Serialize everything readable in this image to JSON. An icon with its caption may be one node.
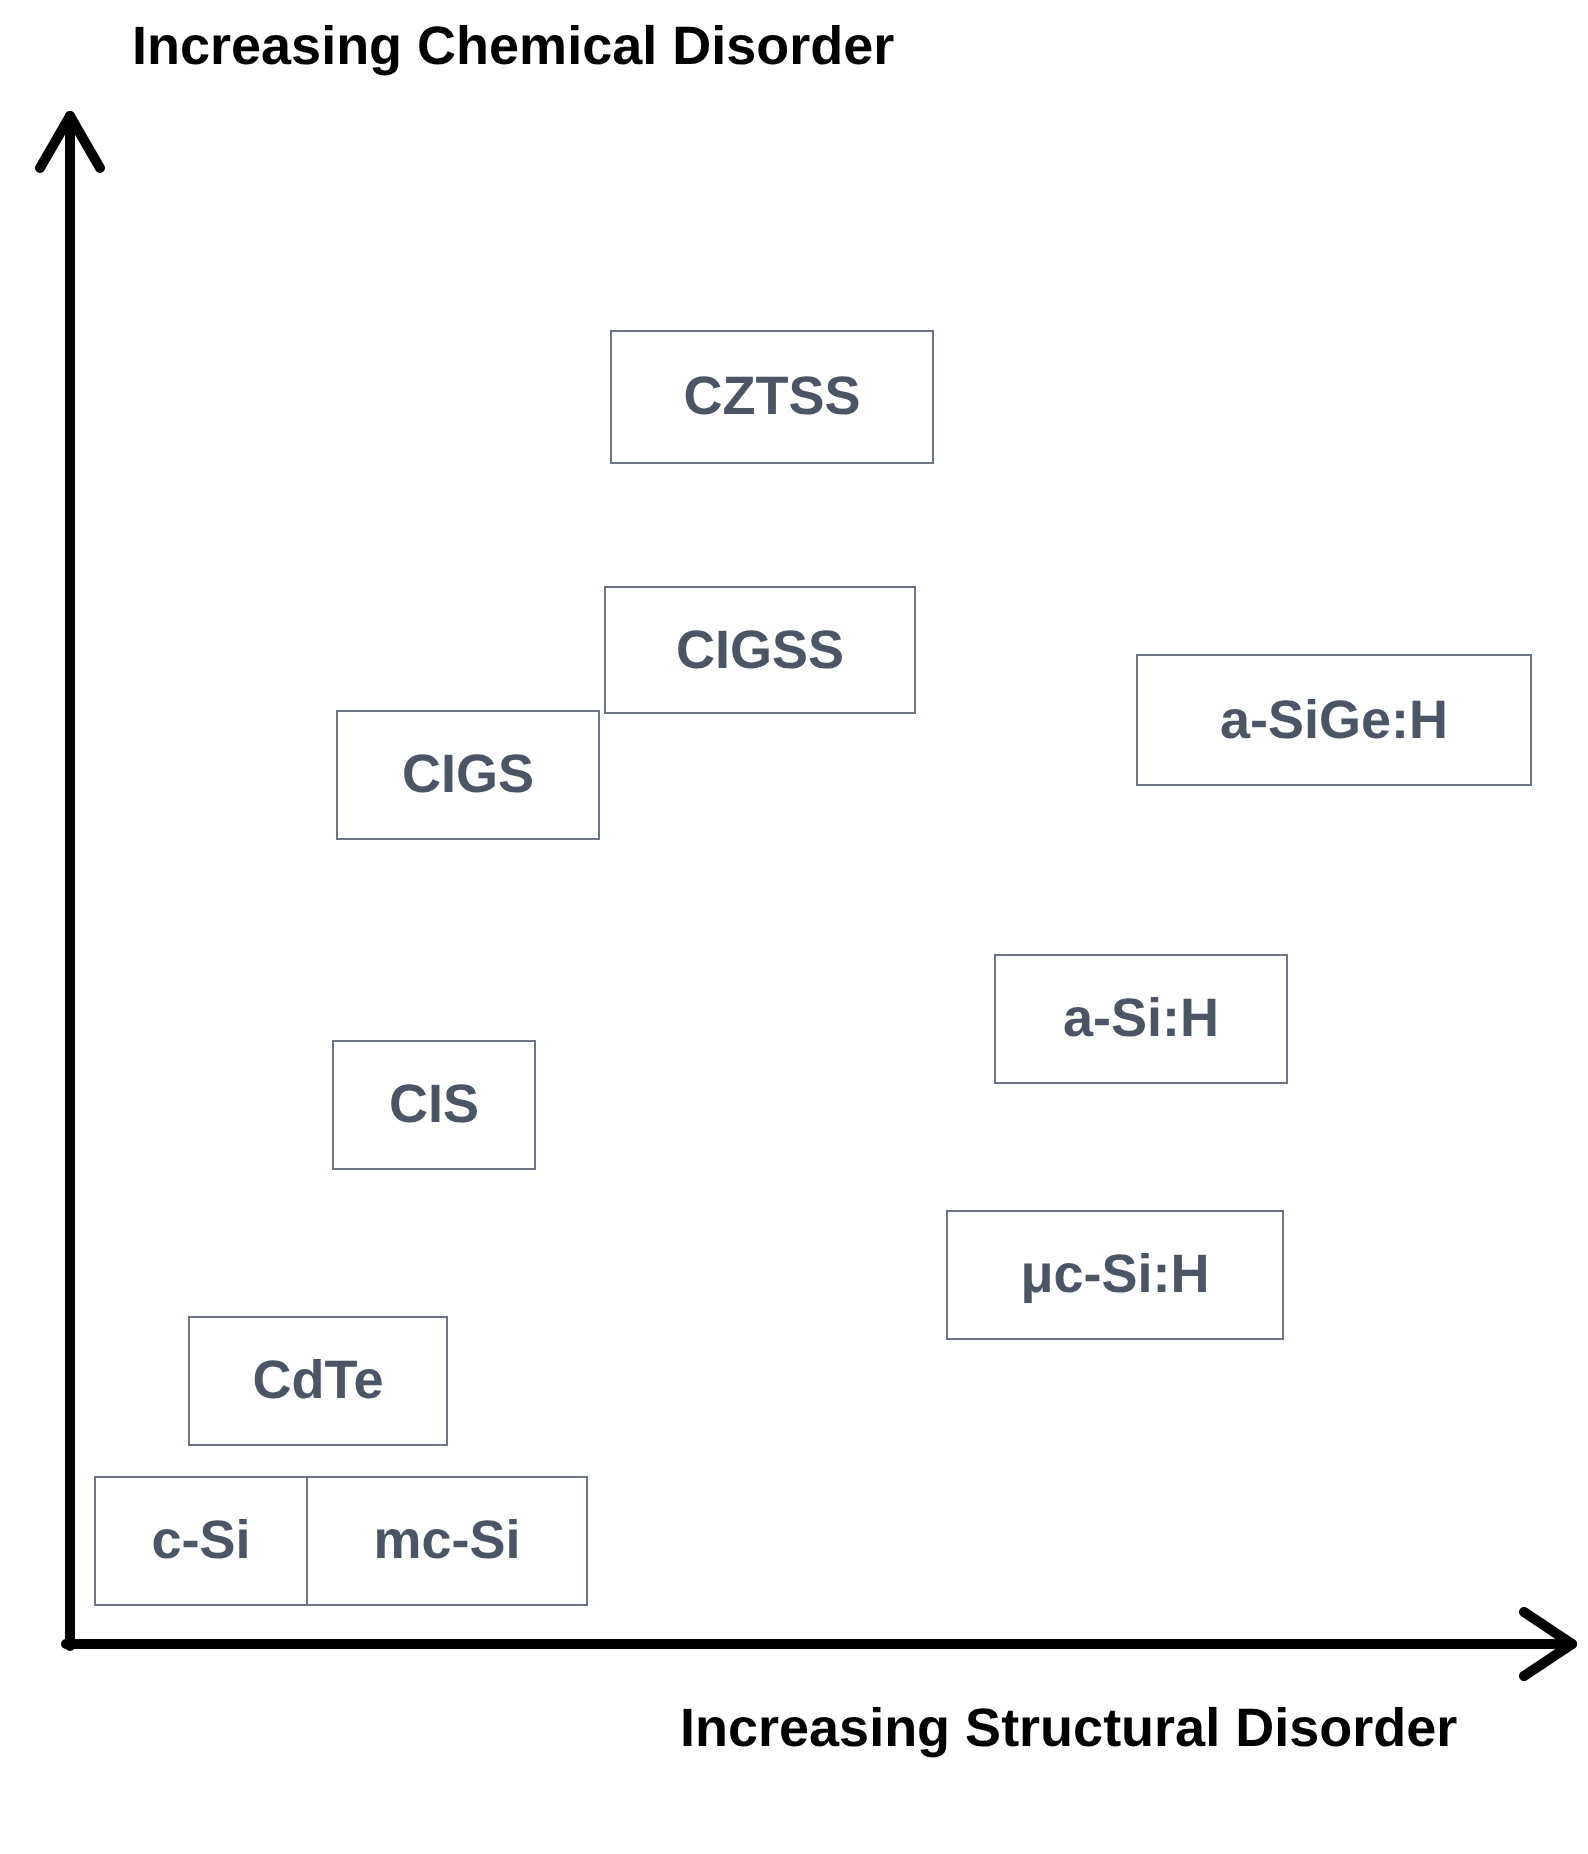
{
  "diagram": {
    "nodes": [
      {
        "text": [
          "CZTSS"
        ]
      },
      {
        "text": [
          "CIGSS"
        ]
      },
      {
        "text": [
          "a-SiGe:H"
        ]
      },
      {
        "text": [
          "CIGS"
        ]
      },
      {
        "text": [
          "a-Si:H"
        ]
      },
      {
        "text": [
          "CIS"
        ]
      },
      {
        "text": [
          "μc-Si:H"
        ]
      },
      {
        "text": [
          "CdTe"
        ]
      },
      {
        "text": [
          "c-Si"
        ]
      },
      {
        "text": [
          "mc-Si"
        ]
      }
    ],
    "labels": [
      "Increasing Chemical Disorder",
      "Increasing Structural Disorder"
    ]
  }
}
